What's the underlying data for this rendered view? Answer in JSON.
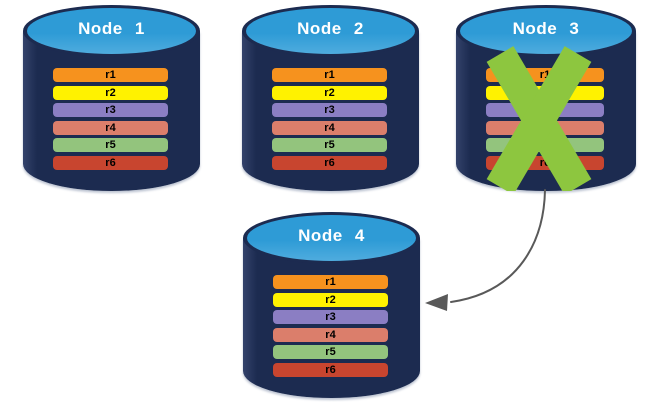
{
  "nodes": [
    {
      "title": "Node 1",
      "status": "ok"
    },
    {
      "title": "Node 2",
      "status": "ok"
    },
    {
      "title": "Node 3",
      "status": "failed"
    },
    {
      "title": "Node 4",
      "status": "ok"
    }
  ],
  "records": [
    {
      "label": "r1",
      "color": "#F6921E"
    },
    {
      "label": "r2",
      "color": "#FFF200"
    },
    {
      "label": "r3",
      "color": "#8B7EC3"
    },
    {
      "label": "r4",
      "color": "#DB7E6B"
    },
    {
      "label": "r5",
      "color": "#93C47D"
    },
    {
      "label": "r6",
      "color": "#C8452F"
    }
  ],
  "colors": {
    "cylinder_body": "#1C2B50",
    "cylinder_top": "#2E9BD6",
    "x_mark": "#8DC63F",
    "arrow": "#595959"
  }
}
